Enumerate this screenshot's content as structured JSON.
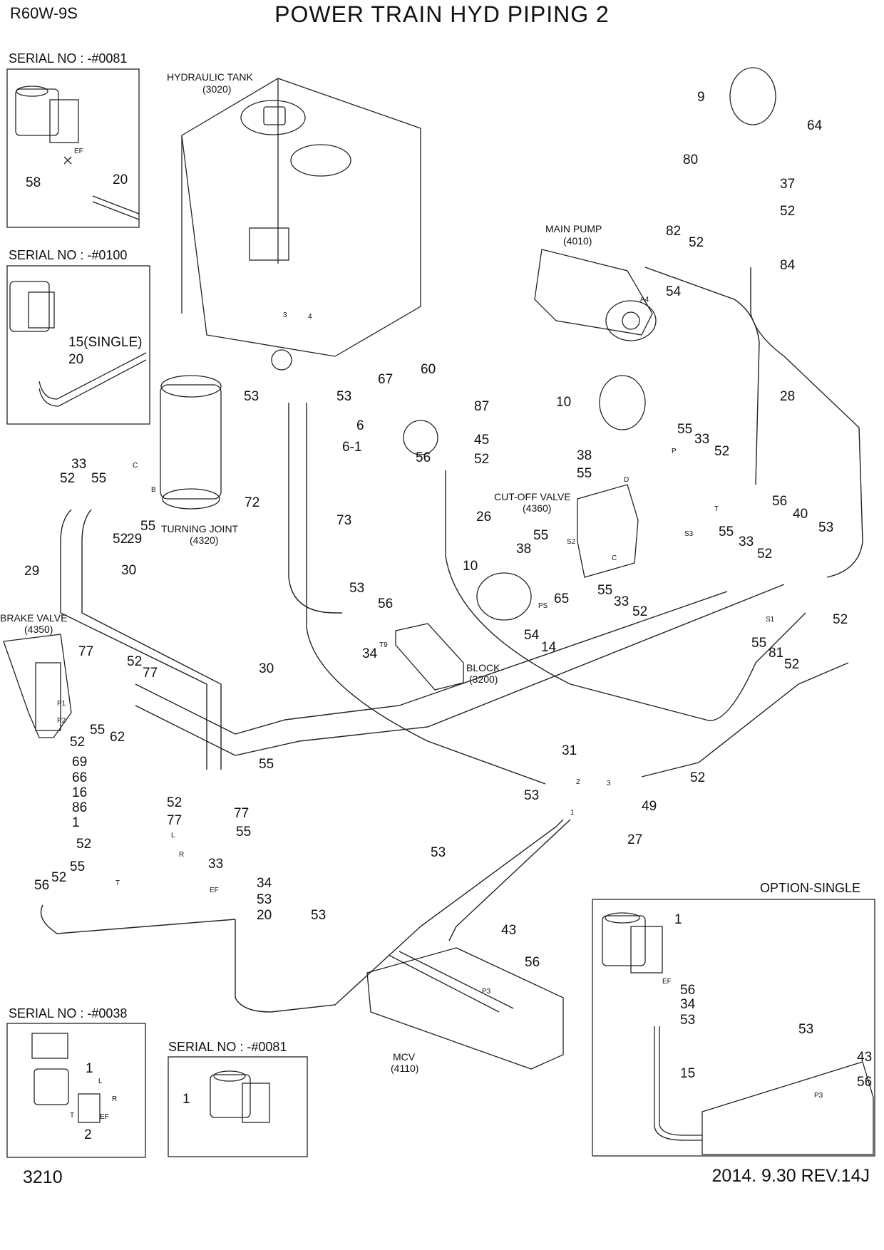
{
  "header": {
    "model": "R60W-9S",
    "title": "POWER TRAIN HYD PIPING 2"
  },
  "footer": {
    "page": "3210",
    "revision": "2014. 9.30  REV.14J"
  },
  "insets": {
    "serial_0081_top": {
      "title": "SERIAL NO : -#0081",
      "callouts": [
        "58",
        "20",
        "EF"
      ]
    },
    "serial_0100": {
      "title": "SERIAL NO : -#0100",
      "callouts": [
        "15(SINGLE)",
        "20"
      ]
    },
    "serial_0038": {
      "title": "SERIAL NO : -#0038",
      "callouts": [
        "1",
        "2",
        "L",
        "T",
        "R",
        "EF"
      ]
    },
    "serial_0081_bottom": {
      "title": "SERIAL NO : -#0081",
      "callouts": [
        "1"
      ]
    },
    "option_single": {
      "title": "OPTION-SINGLE",
      "callouts": [
        "1",
        "56",
        "34",
        "53",
        "15",
        "53",
        "43",
        "56",
        "EF",
        "P3"
      ]
    }
  },
  "components": {
    "hydraulic_tank": {
      "name": "HYDRAULIC TANK",
      "code": "(3020)"
    },
    "main_pump": {
      "name": "MAIN PUMP",
      "code": "(4010)"
    },
    "turning_joint": {
      "name": "TURNING JOINT",
      "code": "(4320)"
    },
    "brake_valve": {
      "name": "BRAKE VALVE",
      "code": "(4350)"
    },
    "cut_off_valve": {
      "name": "CUT-OFF VALVE",
      "code": "(4360)"
    },
    "block": {
      "name": "BLOCK",
      "code": "(3200)"
    },
    "mcv": {
      "name": "MCV",
      "code": "(4110)"
    }
  },
  "callouts": [
    "9",
    "64",
    "80",
    "37",
    "52",
    "84",
    "82",
    "52",
    "54",
    "28",
    "10",
    "55",
    "33",
    "52",
    "38",
    "55",
    "56",
    "40",
    "53",
    "55",
    "33",
    "52",
    "52",
    "55",
    "81",
    "52",
    "60",
    "67",
    "87",
    "6",
    "6-1",
    "45",
    "56",
    "52",
    "53",
    "53",
    "72",
    "73",
    "26",
    "55",
    "38",
    "10",
    "65",
    "55",
    "33",
    "52",
    "54",
    "14",
    "53",
    "56",
    "34",
    "33",
    "55",
    "52",
    "52",
    "55",
    "29",
    "29",
    "30",
    "30",
    "55",
    "77",
    "52",
    "77",
    "55",
    "52",
    "62",
    "69",
    "66",
    "16",
    "86",
    "1",
    "52",
    "52",
    "77",
    "77",
    "55",
    "55",
    "33",
    "52",
    "56",
    "34",
    "53",
    "20",
    "53",
    "31",
    "52",
    "53",
    "49",
    "27",
    "53",
    "43",
    "56"
  ],
  "ports": [
    "3",
    "4",
    "A4",
    "P",
    "T",
    "S3",
    "S2",
    "C",
    "PS",
    "S1",
    "D",
    "P1",
    "P2",
    "B",
    "C",
    "L",
    "R",
    "T",
    "EF",
    "T9",
    "1",
    "2",
    "3",
    "P3"
  ]
}
